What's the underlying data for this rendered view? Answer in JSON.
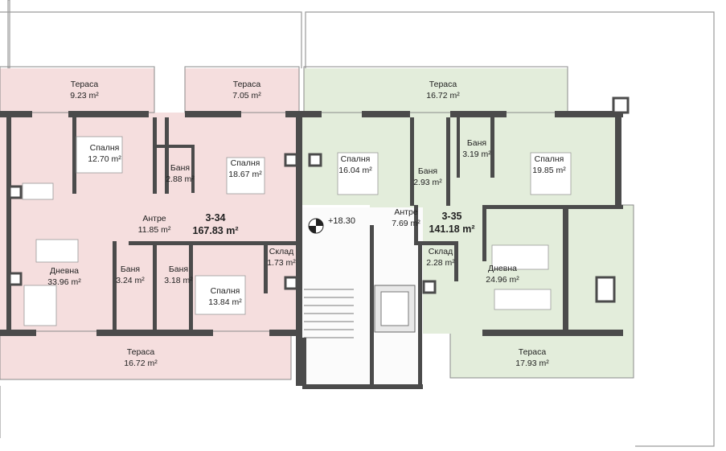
{
  "colors": {
    "apartment_3_34": "#f5dede",
    "apartment_3_35": "#e3eddb",
    "wall": "#4b4b4b"
  },
  "apartments": [
    {
      "id": "3-34",
      "area": "167.83 m²"
    },
    {
      "id": "3-35",
      "area": "141.18 m²"
    }
  ],
  "level_mark": "+18.30",
  "rooms": [
    {
      "name": "Тераса",
      "area": "9.23 m²"
    },
    {
      "name": "Тераса",
      "area": "7.05 m²"
    },
    {
      "name": "Тераса",
      "area": "16.72 m²"
    },
    {
      "name": "Спалня",
      "area": "12.70 m²"
    },
    {
      "name": "Баня",
      "area": "2.88 m²"
    },
    {
      "name": "Спалня",
      "area": "18.67 m²"
    },
    {
      "name": "Спалня",
      "area": "16.04 m²"
    },
    {
      "name": "Баня",
      "area": "2.93 m²"
    },
    {
      "name": "Баня",
      "area": "3.19 m²"
    },
    {
      "name": "Спалня",
      "area": "19.85 m²"
    },
    {
      "name": "Антре",
      "area": "11.85 m²"
    },
    {
      "name": "Антре",
      "area": "7.69 m²"
    },
    {
      "name": "Склад",
      "area": "1.73 m²"
    },
    {
      "name": "Склад",
      "area": "2.28 m²"
    },
    {
      "name": "Дневна",
      "area": "24.96 m²"
    },
    {
      "name": "Дневна",
      "area": "33.96 m²"
    },
    {
      "name": "Баня",
      "area": "3.24 m²"
    },
    {
      "name": "Баня",
      "area": "3.18 m²"
    },
    {
      "name": "Спалня",
      "area": "13.84 m²"
    },
    {
      "name": "Тераса",
      "area": "16.72 m²"
    },
    {
      "name": "Тераса",
      "area": "17.93 m²"
    }
  ]
}
